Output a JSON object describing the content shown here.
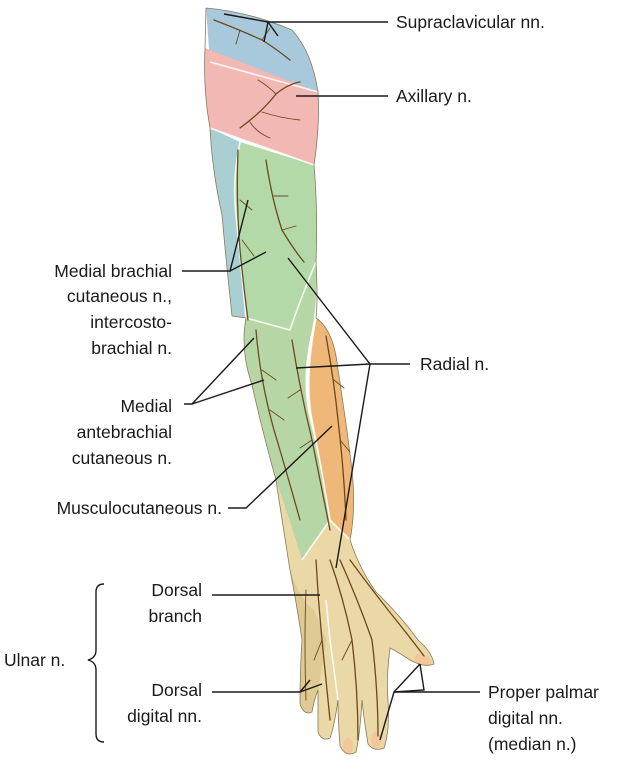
{
  "labels": {
    "supraclavicular": "Supraclavicular nn.",
    "axillary": "Axillary n.",
    "medial_brachial": [
      "Medial brachial",
      "cutaneous n.,",
      "intercosto-",
      "brachial n."
    ],
    "radial": "Radial n.",
    "medial_antebrachial": [
      "Medial",
      "antebrachial",
      "cutaneous n."
    ],
    "musculocutaneous": "Musculocutaneous n.",
    "dorsal_branch": [
      "Dorsal",
      "branch"
    ],
    "ulnar": "Ulnar n.",
    "dorsal_digital": [
      "Dorsal",
      "digital nn."
    ],
    "proper_palmar": [
      "Proper palmar",
      "digital nn.",
      "(median n.)"
    ]
  },
  "colors": {
    "supraclavicular_region": "#a8c8dc",
    "axillary_region": "#f2b8b4",
    "medial_region": "#a9cfd3",
    "musculocutaneous_region": "#b3d9a8",
    "forearm_medial_region": "#b7d6a6",
    "radial_region": "#f0b878",
    "hand_region": "#ead8a6",
    "nerve_lines": "#6b4a1e"
  }
}
